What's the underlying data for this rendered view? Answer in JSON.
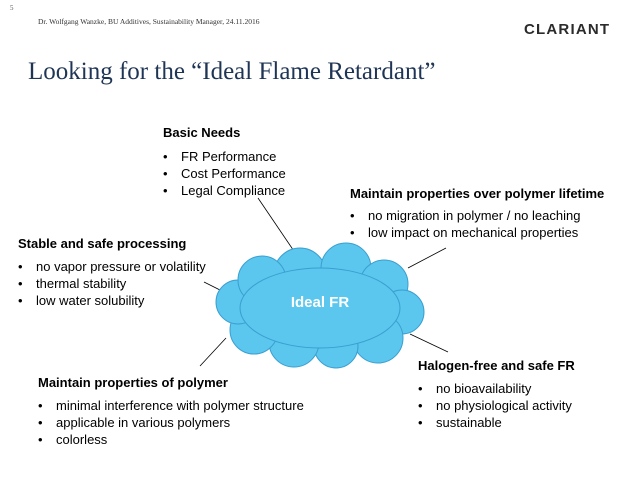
{
  "header": {
    "slide_number": "5",
    "meta": "Dr. Wolfgang Wanzke, BU Additives, Sustainability Manager, 24.11.2016",
    "logo_text": "CLARIANT"
  },
  "title": "Looking for the “Ideal Flame Retardant”",
  "center_label": "Ideal FR",
  "colors": {
    "cloud": "#5bc6ee",
    "cloud_stroke": "#3a9fd0",
    "title": "#1f3555"
  },
  "groups": {
    "basic": {
      "heading": "Basic Needs",
      "items": [
        "FR Performance",
        "Cost Performance",
        "Legal Compliance"
      ]
    },
    "lifetime": {
      "heading": "Maintain properties over polymer lifetime",
      "items": [
        "no migration in polymer / no leaching",
        "low impact on mechanical properties"
      ]
    },
    "processing": {
      "heading": "Stable and safe processing",
      "items": [
        "no vapor pressure or volatility",
        "thermal stability",
        "low water solubility"
      ]
    },
    "polymer": {
      "heading": "Maintain properties of polymer",
      "items": [
        "minimal interference with polymer structure",
        "applicable in various polymers",
        "colorless"
      ]
    },
    "halogen": {
      "heading": "Halogen-free and safe FR",
      "items": [
        "no bioavailability",
        "no physiological activity",
        "sustainable"
      ]
    }
  }
}
